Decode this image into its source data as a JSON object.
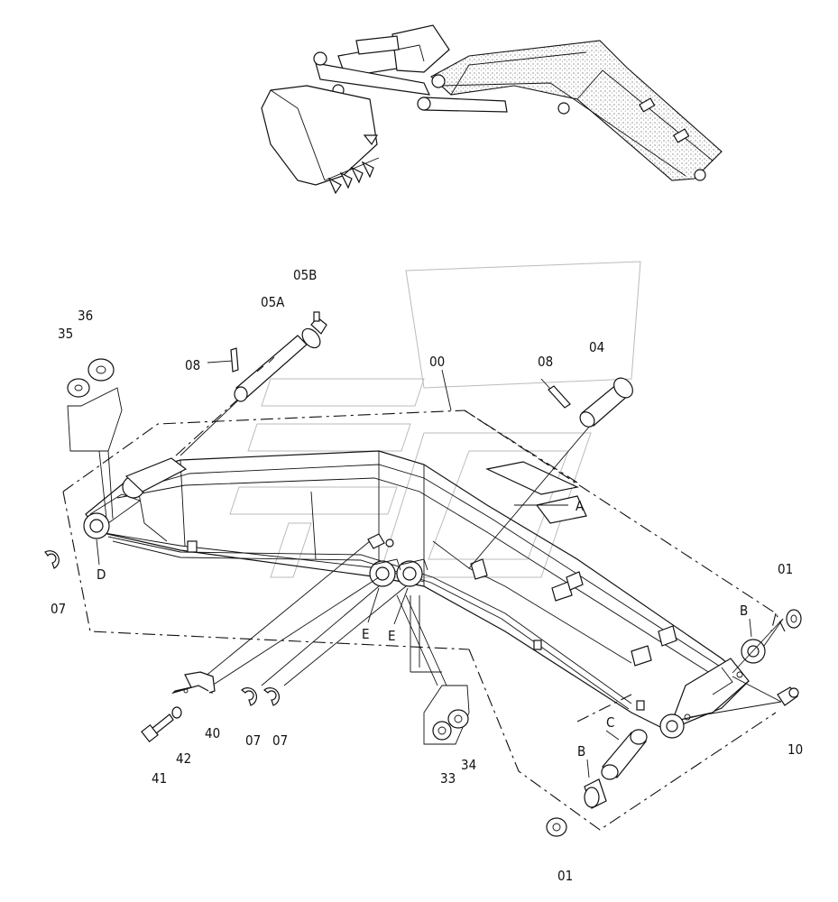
{
  "callouts": {
    "p00": "00",
    "p01a": "01",
    "p01b": "01",
    "p04": "04",
    "p05a": "05A",
    "p05b": "05B",
    "p07a": "07",
    "p07b": "07",
    "p07c": "07",
    "p08a": "08",
    "p08b": "08",
    "p10": "10",
    "p33": "33",
    "p34": "34",
    "p35": "35",
    "p36": "36",
    "p40": "40",
    "p41": "41",
    "p42": "42",
    "lA": "A",
    "lB1": "B",
    "lB2": "B",
    "lC": "C",
    "lD": "D",
    "lE1": "E",
    "lE2": "E"
  }
}
